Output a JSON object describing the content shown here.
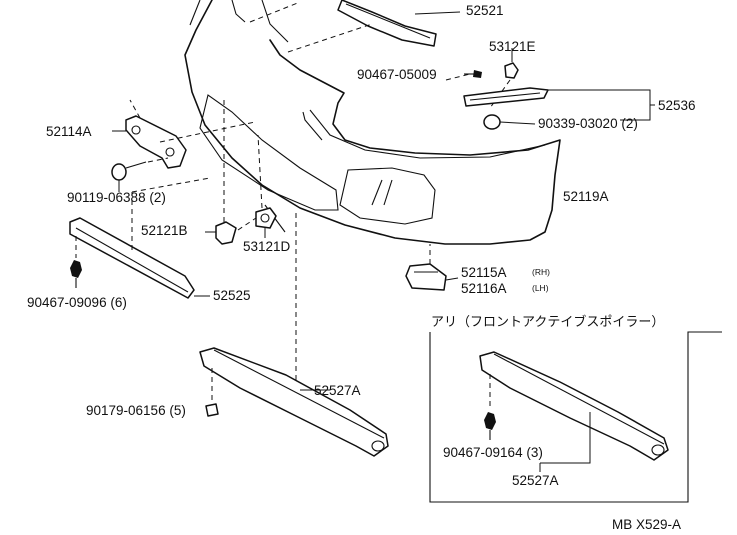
{
  "labels": {
    "p52521": "52521",
    "p53121E": "53121E",
    "p90467_05009": "90467-05009",
    "p52536": "52536",
    "p90339_03020": "90339-03020 (2)",
    "p52114A": "52114A",
    "p90119_06388": "90119-06388 (2)",
    "p52119A": "52119A",
    "p52121B": "52121B",
    "p53121D": "53121D",
    "p52115A": "52115A",
    "p52115A_side": "(RH)",
    "p52116A": "52116A",
    "p52116A_side": "(LH)",
    "p90467_09096": "90467-09096 (6)",
    "p52525": "52525",
    "p90179_06156": "90179-06156 (5)",
    "p52527A": "52527A",
    "inset_title": "アリ（フロントアクテイブスポイラー）",
    "p90467_09164": "90467-09164 (3)",
    "p52527A_inset": "52527A",
    "footer_code": "MB  X529-A"
  }
}
